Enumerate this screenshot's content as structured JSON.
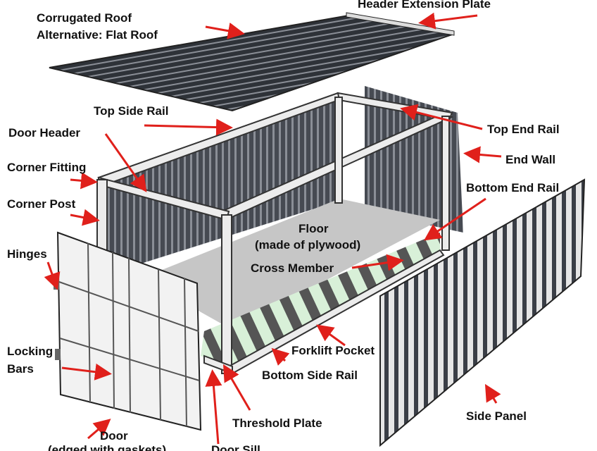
{
  "colors": {
    "arrow": "#e0201b",
    "panel": "#3c4048",
    "floor": "#c6c6c6",
    "frame": "#e8e8e8"
  },
  "labels": {
    "roof_1": "Corrugated Roof",
    "roof_2": "Alternative: Flat Roof",
    "header_extension": "Header Extension Plate",
    "top_side_rail": "Top Side Rail",
    "door_header": "Door Header",
    "corner_fitting": "Corner Fitting",
    "corner_post": "Corner Post",
    "hinges": "Hinges",
    "locking_1": "Locking",
    "locking_2": "Bars",
    "door_1": "Door",
    "door_2": "(edged with gaskets)",
    "top_end_rail": "Top End Rail",
    "end_wall": "End Wall",
    "bottom_end_rail": "Bottom End Rail",
    "floor_1": "Floor",
    "floor_2": "(made of plywood)",
    "cross_member": "Cross Member",
    "forklift_pocket": "Forklift Pocket",
    "bottom_side_rail": "Bottom Side Rail",
    "threshold_plate": "Threshold Plate",
    "door_sill": "Door Sill",
    "side_panel": "Side Panel"
  }
}
